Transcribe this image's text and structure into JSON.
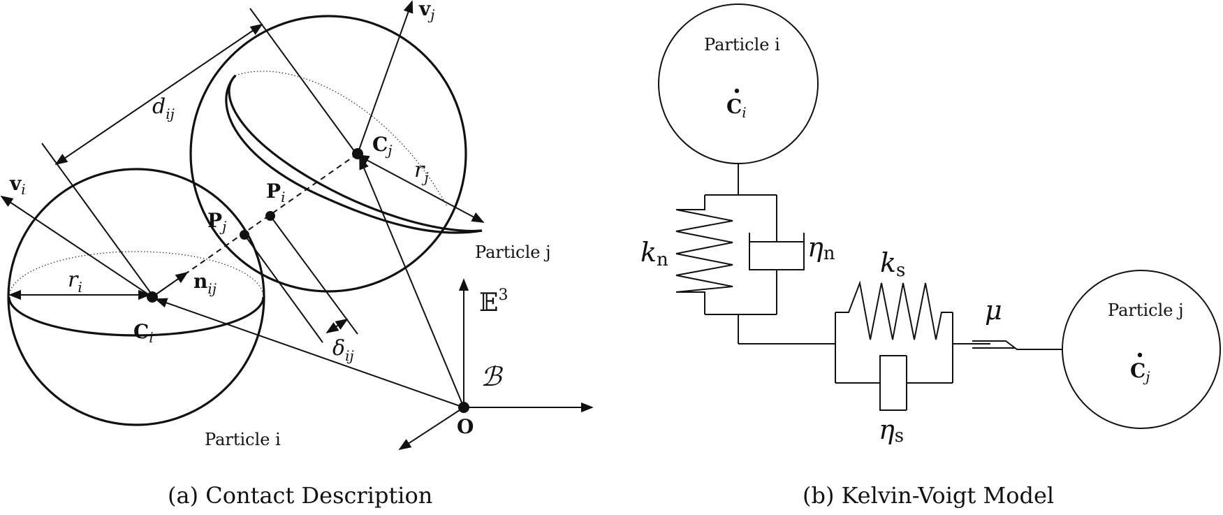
{
  "panel_a": {
    "caption": "(a)  Contact Description",
    "particle_i_label": "Particle i",
    "particle_j_label": "Particle j",
    "d_ij": "d",
    "d_ij_sub": "ij",
    "r_i": "r",
    "r_i_sub": "i",
    "r_j": "r",
    "r_j_sub": "j",
    "v_i": "v",
    "v_i_sub": "i",
    "v_j": "v",
    "v_j_sub": "j",
    "c_i": "C",
    "c_i_sub": "i",
    "c_j": "C",
    "c_j_sub": "j",
    "p_i": "P",
    "p_i_sub": "i",
    "p_j": "P",
    "p_j_sub": "j",
    "n_ij": "n",
    "n_ij_sub": "ij",
    "delta_ij": "δ",
    "delta_ij_sub": "ij",
    "space": "𝔼",
    "space_sup": "3",
    "basis": "ℬ",
    "origin": "O"
  },
  "panel_b": {
    "caption": "(b)  Kelvin-Voigt Model",
    "particle_i_label": "Particle i",
    "particle_j_label": "Particle j",
    "c_i": "C",
    "c_i_sub": "i",
    "c_j": "C",
    "c_j_sub": "j",
    "k_n": "k",
    "k_n_sub": "n",
    "eta_n": "η",
    "eta_n_sub": "n",
    "k_s": "k",
    "k_s_sub": "s",
    "eta_s": "η",
    "eta_s_sub": "s",
    "mu": "μ"
  }
}
